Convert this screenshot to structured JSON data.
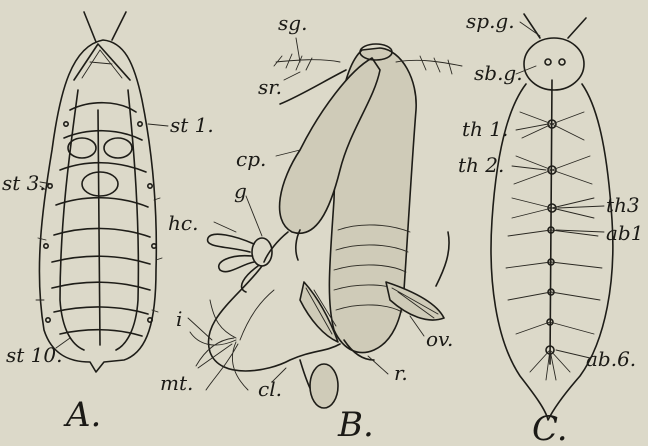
{
  "figures": {
    "A": {
      "panel_label": "A.",
      "labels": {
        "st1": "st 1.",
        "st3": "st 3.",
        "st10": "st 10."
      }
    },
    "B": {
      "panel_label": "B.",
      "labels": {
        "sg": "sg.",
        "sr": "sr.",
        "cp": "cp.",
        "g": "g",
        "hc": "hc.",
        "i": "i",
        "mt": "mt.",
        "cl": "cl.",
        "r": "r.",
        "ov": "ov."
      }
    },
    "C": {
      "panel_label": "C.",
      "labels": {
        "spg": "sp.g.",
        "sbg": "sb.g.",
        "th1": "th 1.",
        "th2": "th 2.",
        "th3": "th3",
        "ab1": "ab1",
        "ab6": "ab.6."
      }
    }
  }
}
